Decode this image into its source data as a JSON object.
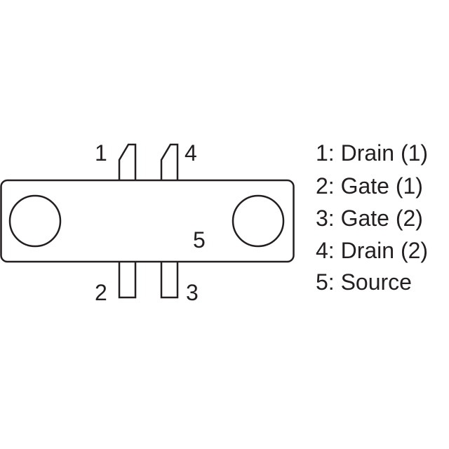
{
  "pins": {
    "p1": "1",
    "p2": "2",
    "p3": "3",
    "p4": "4",
    "p5": "5"
  },
  "legend": [
    "1: Drain (1)",
    "2: Gate (1)",
    "3: Gate (2)",
    "4: Drain (2)",
    "5: Source"
  ],
  "colors": {
    "line": "#231f20",
    "background": "#ffffff"
  }
}
